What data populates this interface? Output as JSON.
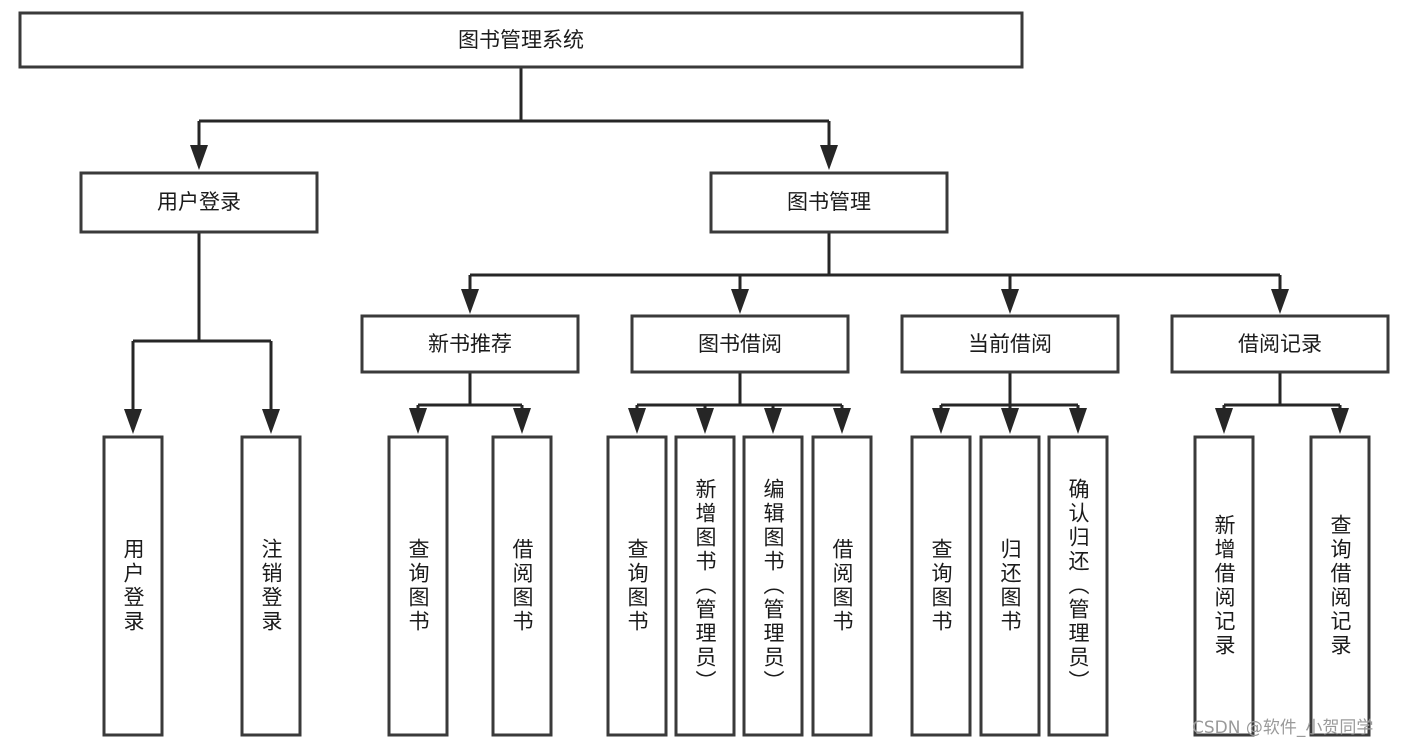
{
  "diagram": {
    "type": "tree-hierarchy-chart",
    "title": "图书管理系统",
    "orientation": "top-down",
    "levels": 4,
    "root": {
      "id": "root",
      "label": "图书管理系统",
      "level": 0
    },
    "level1": [
      {
        "id": "user-login",
        "label": "用户登录",
        "level": 1,
        "parent": "root"
      },
      {
        "id": "book-manage",
        "label": "图书管理",
        "level": 1,
        "parent": "root"
      }
    ],
    "level2": [
      {
        "id": "new-book-rec",
        "label": "新书推荐",
        "level": 2,
        "parent": "book-manage"
      },
      {
        "id": "book-borrow",
        "label": "图书借阅",
        "level": 2,
        "parent": "book-manage"
      },
      {
        "id": "current-borrow",
        "label": "当前借阅",
        "level": 2,
        "parent": "book-manage"
      },
      {
        "id": "borrow-record",
        "label": "借阅记录",
        "level": 2,
        "parent": "book-manage"
      }
    ],
    "leaves": [
      {
        "id": "leaf-user-login",
        "label": "用户登录",
        "parent": "user-login"
      },
      {
        "id": "leaf-user-logout",
        "label": "注销登录",
        "parent": "user-login"
      },
      {
        "id": "leaf-query-book-rec",
        "label": "查询图书",
        "parent": "new-book-rec"
      },
      {
        "id": "leaf-borrow-book-rec",
        "label": "借阅图书",
        "parent": "new-book-rec"
      },
      {
        "id": "leaf-query-book-borrow",
        "label": "查询图书",
        "parent": "book-borrow"
      },
      {
        "id": "leaf-add-book",
        "label": "新增图书（管理员）",
        "parent": "book-borrow"
      },
      {
        "id": "leaf-edit-book",
        "label": "编辑图书（管理员）",
        "parent": "book-borrow"
      },
      {
        "id": "leaf-borrow-book",
        "label": "借阅图书",
        "parent": "book-borrow"
      },
      {
        "id": "leaf-query-book-cur",
        "label": "查询图书",
        "parent": "current-borrow"
      },
      {
        "id": "leaf-return-book",
        "label": "归还图书",
        "parent": "current-borrow"
      },
      {
        "id": "leaf-confirm-return",
        "label": "确认归还（管理员）",
        "parent": "current-borrow"
      },
      {
        "id": "leaf-add-record",
        "label": "新增借阅记录",
        "parent": "borrow-record"
      },
      {
        "id": "leaf-query-record",
        "label": "查询借阅记录",
        "parent": "borrow-record"
      }
    ]
  },
  "watermark": {
    "text": "CSDN @软件_小贺同学"
  },
  "colors": {
    "box_stroke": "#3a3a3a",
    "connector": "#262626",
    "text": "#1b1b1b",
    "background": "#ffffff",
    "watermark": "#9a9a9a"
  }
}
